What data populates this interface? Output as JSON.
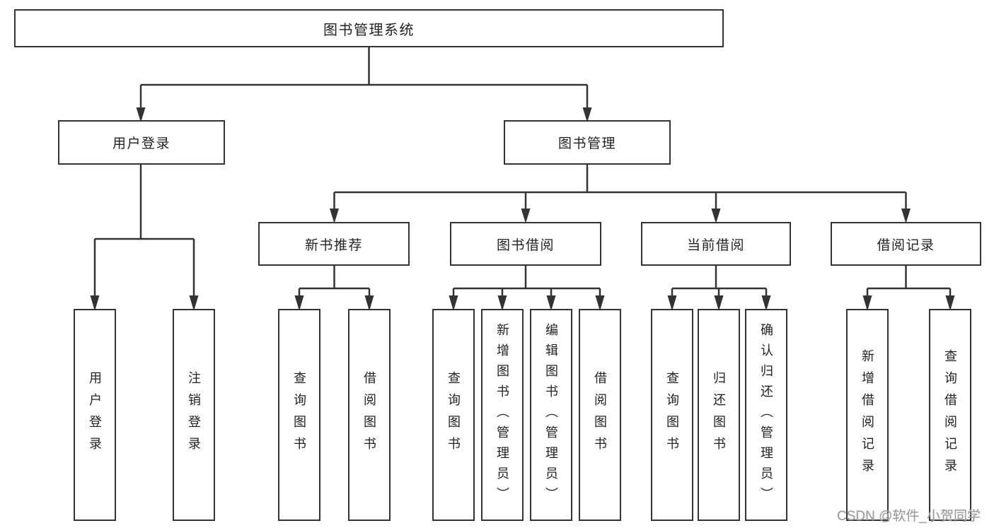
{
  "title": "图书管理系统",
  "tree": {
    "label": "图书管理系统",
    "children": [
      {
        "label": "用户登录",
        "children": [
          {
            "label": "用户登录"
          },
          {
            "label": "注销登录"
          }
        ]
      },
      {
        "label": "图书管理",
        "children": [
          {
            "label": "新书推荐",
            "children": [
              {
                "label": "查询图书"
              },
              {
                "label": "借阅图书"
              }
            ]
          },
          {
            "label": "图书借阅",
            "children": [
              {
                "label": "查询图书"
              },
              {
                "label": "新增图书（管理员）"
              },
              {
                "label": "编辑图书（管理员）"
              },
              {
                "label": "借阅图书"
              }
            ]
          },
          {
            "label": "当前借阅",
            "children": [
              {
                "label": "查询图书"
              },
              {
                "label": "归还图书"
              },
              {
                "label": "确认归还（管理员）"
              }
            ]
          },
          {
            "label": "借阅记录",
            "children": [
              {
                "label": "新增借阅记录"
              },
              {
                "label": "查询借阅记录"
              }
            ]
          }
        ]
      }
    ]
  },
  "watermark": "CSDN @软件_小贺同学",
  "colors": {
    "line": "#333333",
    "box_border": "#333333",
    "text": "#222222",
    "watermark": "#9b9b9b",
    "background": "#ffffff"
  }
}
